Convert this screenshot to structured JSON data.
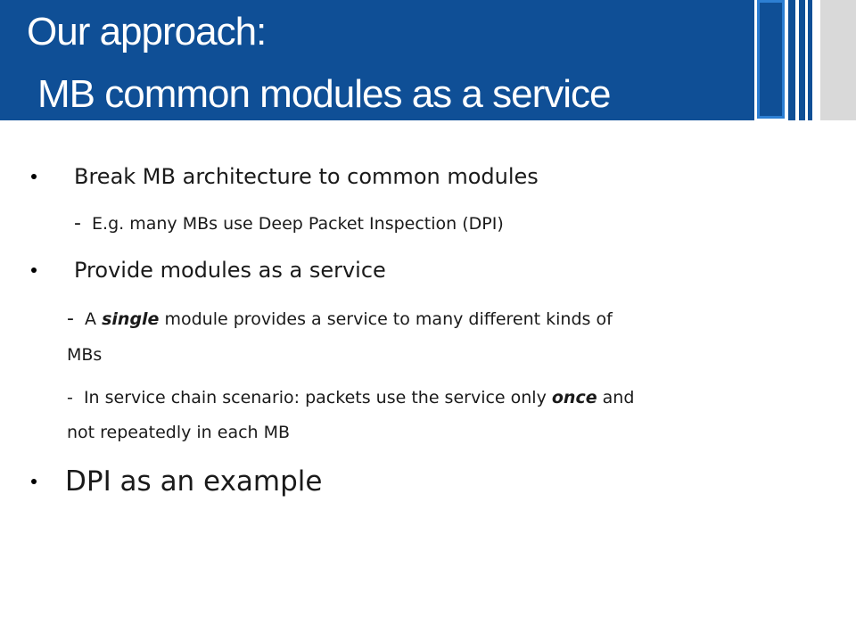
{
  "slide": {
    "title_line1": "Our approach:",
    "title_line2": "MB common modules as a service",
    "bullets": [
      {
        "text": "Break MB architecture to common modules",
        "sub": [
          {
            "prefix": "-",
            "text": "E.g. many MBs use Deep Packet Inspection (DPI)"
          }
        ]
      },
      {
        "text": "Provide modules as a service",
        "sub": [
          {
            "prefix": "-",
            "text_before": "A ",
            "emphasis": "single",
            "text_after": " module provides a service to many different kinds of",
            "continuation": "MBs"
          },
          {
            "prefix": "-",
            "text_before": "In service chain scenario:  packets use the service only ",
            "emphasis": "once",
            "text_after": " and",
            "continuation": "not repeatedly in each MB"
          }
        ]
      },
      {
        "text": "DPI as an example",
        "sub": []
      }
    ]
  },
  "colors": {
    "header_blue": "#0f4f96",
    "stripe_outline": "#2d7fd3",
    "stripe_gray": "#d9d9d9",
    "text": "#1a1a1a"
  }
}
